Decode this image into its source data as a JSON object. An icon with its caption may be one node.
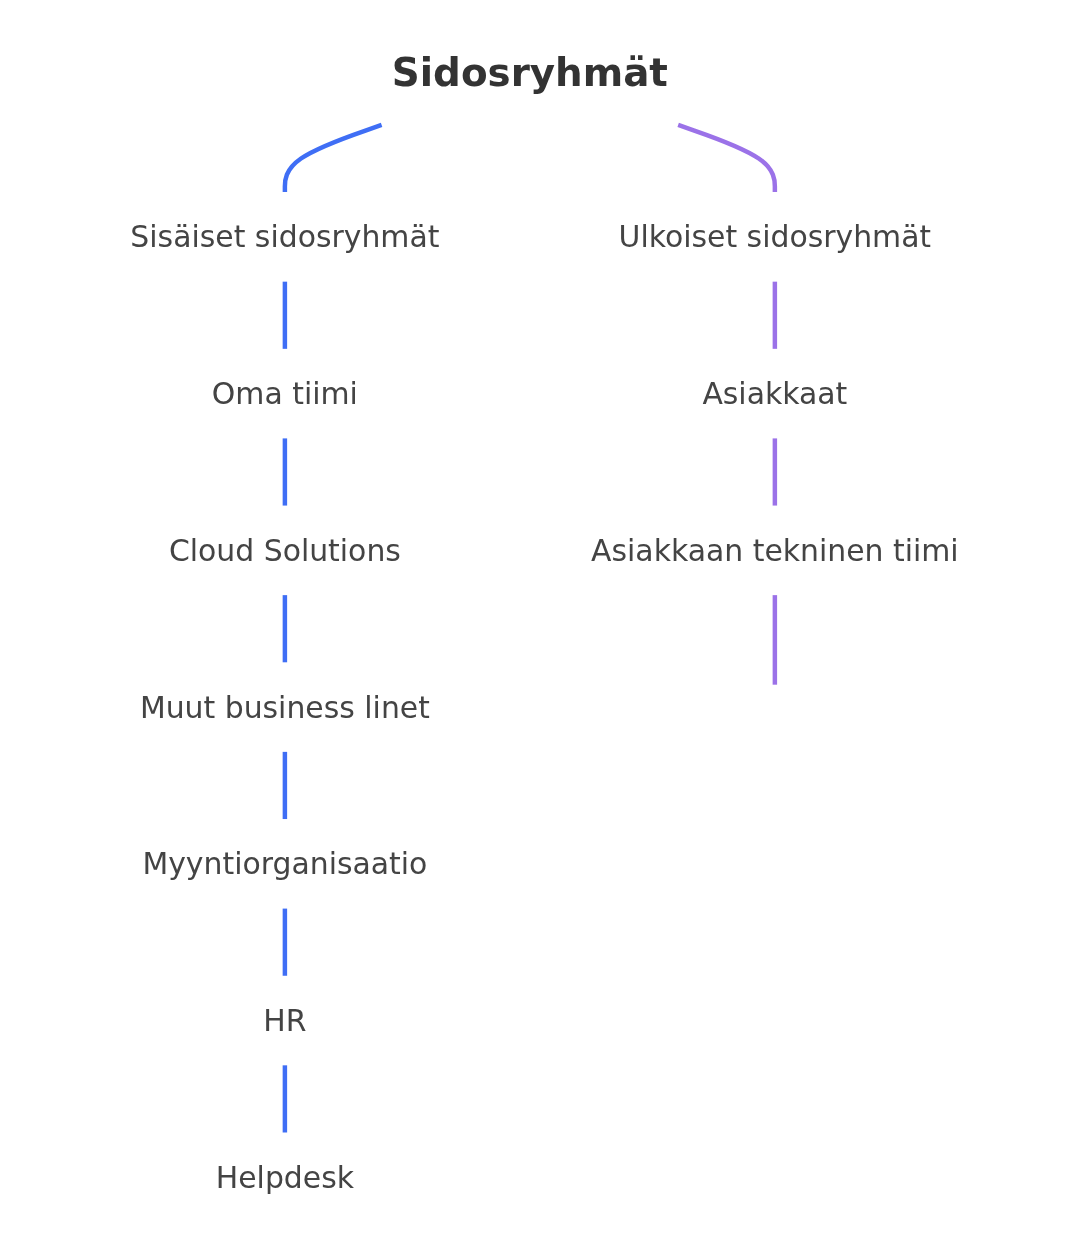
{
  "diagram": {
    "nodes": [
      {
        "text": [
          "Sidosryhmät"
        ]
      },
      {
        "text": [
          "Sisäiset sidosryhmät"
        ]
      },
      {
        "text": [
          "Ulkoiset sidosryhmät"
        ]
      },
      {
        "text": [
          "Oma tiimi"
        ]
      },
      {
        "text": [
          "Cloud Solutions"
        ]
      },
      {
        "text": [
          "Muut business linet"
        ]
      },
      {
        "text": [
          "Myyntiorganisaatio"
        ]
      },
      {
        "text": [
          "HR"
        ]
      },
      {
        "text": [
          "Helpdesk"
        ]
      },
      {
        "text": [
          "Asiakkaat"
        ]
      },
      {
        "text": [
          "Asiakkaan tekninen tiimi"
        ]
      }
    ],
    "edges": [
      {
        "from": 0,
        "to": 1,
        "arrow": "none"
      },
      {
        "from": 0,
        "to": 2,
        "arrow": "none",
        "color": "#9b72e8"
      },
      {
        "from": 1,
        "to": 3,
        "arrow": "none"
      },
      {
        "from": 3,
        "to": 4,
        "arrow": "none"
      },
      {
        "from": 4,
        "to": 5,
        "arrow": "none"
      },
      {
        "from": 5,
        "to": 6,
        "arrow": "none"
      },
      {
        "from": 6,
        "to": 7,
        "arrow": "none"
      },
      {
        "from": 7,
        "to": 8,
        "arrow": "none"
      },
      {
        "from": 2,
        "to": 9,
        "arrow": "none",
        "color": "#9b72e8"
      },
      {
        "from": 9,
        "to": 10,
        "arrow": "none",
        "color": "#9b72e8"
      },
      {
        "from": 10,
        "to": null,
        "arrow": "none",
        "color": "#9b72e8"
      }
    ]
  }
}
